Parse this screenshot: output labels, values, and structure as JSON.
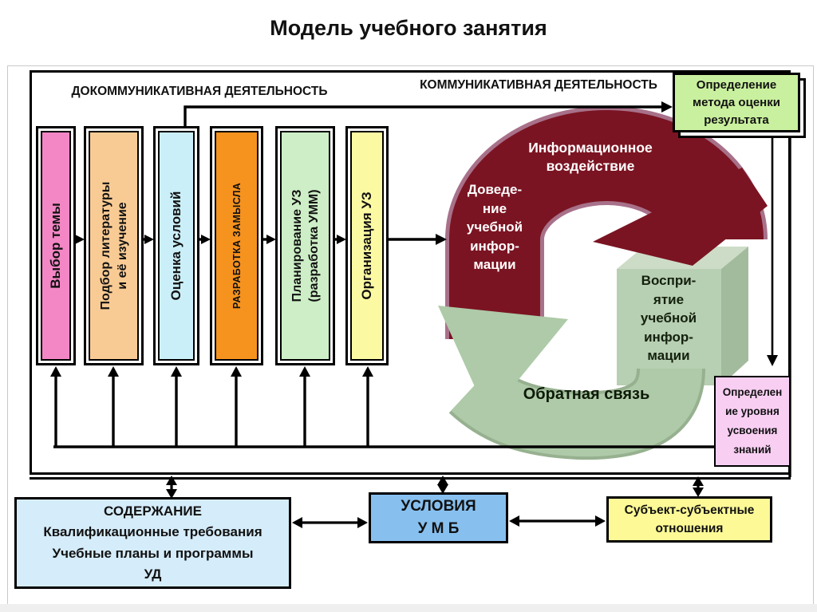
{
  "slide": {
    "title": "Модель учебного занятия"
  },
  "sections": {
    "pre_communicative": "ДОКОММУНИКАТИВНАЯ ДЕЯТЕЛЬНОСТЬ",
    "communicative": "КОММУНИКАТИВНАЯ ДЕЯТЕЛЬНОСТЬ"
  },
  "bars": [
    {
      "label": "Выбор темы",
      "color": "#f387c5"
    },
    {
      "label": "Подбор литературы\nи её изучение",
      "color": "#f9cb94"
    },
    {
      "label": "Оценка условий",
      "color": "#cbeff8"
    },
    {
      "label": "РАЗРАБОТКА ЗАМЫСЛА",
      "color": "#f6921e"
    },
    {
      "label": "Планирование УЗ\n(разработка УММ)",
      "color": "#cdeec6"
    },
    {
      "label": "Организация УЗ",
      "color": "#fcf9a3"
    }
  ],
  "cycle": {
    "information_impact": "Информационное\nвоздействие",
    "delivery": "Доведе-\nние\nучебной\nинфор-\nмации",
    "perception": "Воспри-\nятие\nучебной\nинфор-\nмации",
    "feedback": "Обратная связь",
    "impact_color": "#7b1422",
    "impact_rim_color": "#a8718a",
    "feedback_color": "#aecaa8",
    "feedback_rim_color": "#97b190",
    "perception_front_color": "#b7cfb2",
    "perception_top_color": "#cddcc7",
    "perception_side_color": "#a3bb9d"
  },
  "boxes": {
    "method": {
      "label": "Определение\nметода оценки\nрезультата",
      "color": "#c9f09e"
    },
    "level": {
      "label": "Определен\nие уровня\nусвоения\nзнаний",
      "color": "#f8cff3"
    },
    "content": {
      "label": "СОДЕРЖАНИЕ\nКвалификационные требования\nУчебные планы и программы\nУД",
      "color": "#d5ecfa"
    },
    "conditions": {
      "label": "УСЛОВИЯ\nУ М Б",
      "color": "#87c0ef"
    },
    "subject": {
      "label": "Субъект-субъектные\nотношения",
      "color": "#fcf996"
    }
  },
  "line_color": "#000000"
}
